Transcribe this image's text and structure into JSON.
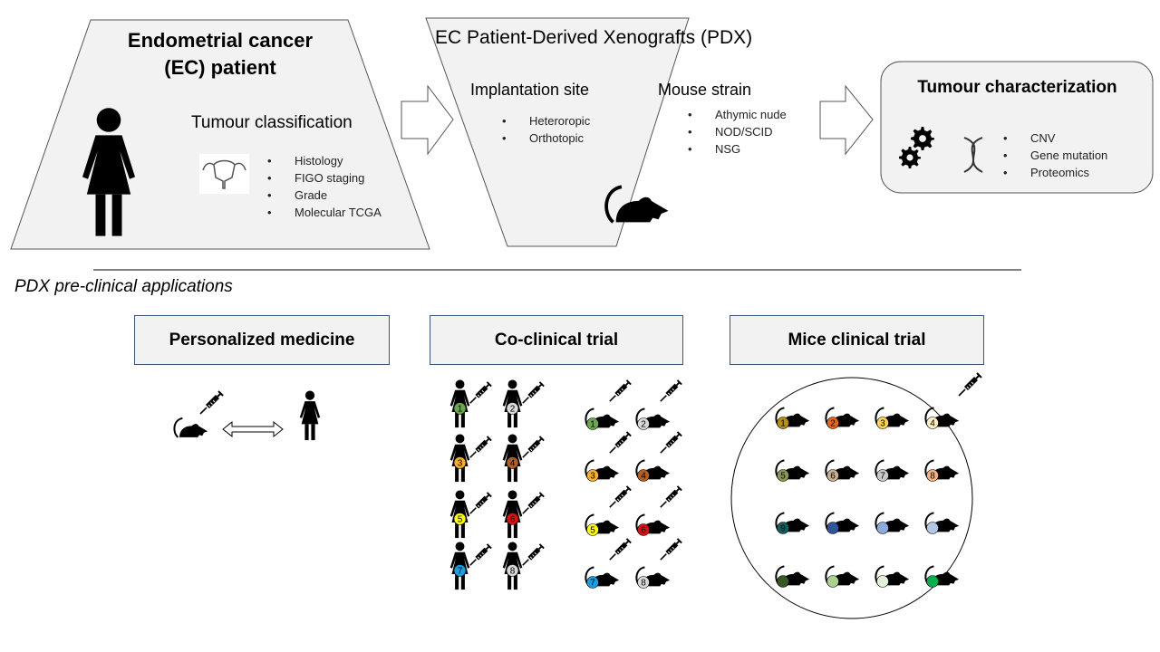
{
  "patient": {
    "title_line1": "Endometrial cancer",
    "title_line2": "(EC) patient",
    "classification_title": "Tumour classification",
    "classification_items": [
      "Histology",
      "FIGO staging",
      "Grade",
      "Molecular TCGA"
    ]
  },
  "pdx": {
    "title": "EC Patient-Derived Xenografts (PDX)",
    "implantation_title": "Implantation site",
    "implantation_items": [
      "Heteroropic",
      "Orthotopic"
    ],
    "strain_title": "Mouse strain",
    "strain_items": [
      "Athymic nude",
      "NOD/SCID",
      "NSG"
    ]
  },
  "characterization": {
    "title": "Tumour characterization",
    "items": [
      "CNV",
      "Gene mutation",
      "Proteomics"
    ]
  },
  "applications_label": "PDX pre-clinical applications",
  "applications": [
    {
      "label": "Personalized medicine"
    },
    {
      "label": "Co-clinical trial"
    },
    {
      "label": "Mice clinical trial"
    }
  ],
  "co_clinical_colors": [
    "#6aa84f",
    "#d9d9d9",
    "#f6b026",
    "#b45f1f",
    "#ffff00",
    "#e01010",
    "#1a9ee0",
    "#d9d9d9"
  ],
  "mice_trial_colors": [
    "#b8900a",
    "#e8660f",
    "#ffd34d",
    "#fff0c0",
    "#8a9a50",
    "#c8b090",
    "#c8c8c8",
    "#f5b080",
    "#106060",
    "#2f5597",
    "#8eaadb",
    "#b4c7e7",
    "#385723",
    "#a9d18e",
    "#e2f0d9",
    "#00b050"
  ],
  "mice_trial_numbers": [
    "1",
    "2",
    "3",
    "4",
    "5",
    "6",
    "7",
    "8",
    "9",
    "",
    "",
    "",
    "",
    "",
    "",
    ""
  ]
}
